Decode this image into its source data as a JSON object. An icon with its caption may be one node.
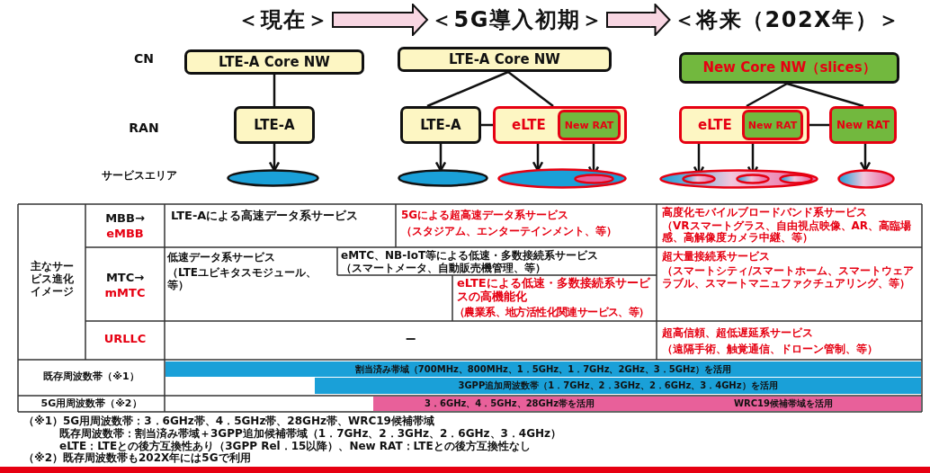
{
  "diagram": {
    "nodes": [
      {
        "text": [
          "＜現在＞"
        ]
      },
      {
        "text": [
          "＜5G導入初期＞"
        ]
      },
      {
        "text": [
          "＜将来（202X年）＞"
        ]
      },
      {
        "text": [
          "LTE-A Core NW"
        ]
      },
      {
        "text": [
          "LTE-A"
        ]
      },
      {
        "text": [],
        "shape": "ellipse"
      },
      {
        "text": [
          "LTE-A Core NW"
        ]
      },
      {
        "text": [
          "LTE-A"
        ]
      },
      {
        "text": [
          "eLTE"
        ]
      },
      {
        "text": [
          "New RAT"
        ],
        "in": 8
      },
      {
        "text": [],
        "shape": "ellipse"
      },
      {
        "text": [],
        "shape": "ellipse"
      },
      {
        "text": [],
        "shape": "ellipse",
        "in": 11
      },
      {
        "text": [
          "New Core NW（slices）"
        ]
      },
      {
        "text": [
          "eLTE"
        ]
      },
      {
        "text": [
          "New RAT"
        ],
        "in": 14
      },
      {
        "text": [
          "New RAT"
        ]
      },
      {
        "text": [],
        "shape": "ellipse"
      },
      {
        "text": [],
        "shape": "ellipse",
        "in": 17
      },
      {
        "text": [],
        "shape": "ellipse",
        "in": 17
      },
      {
        "text": [],
        "shape": "ellipse",
        "in": 17
      },
      {
        "text": [],
        "shape": "ellipse"
      }
    ],
    "edges": [
      {
        "from": 0,
        "to": 1,
        "arrow": "to"
      },
      {
        "from": 1,
        "to": 2,
        "arrow": "to"
      },
      {
        "from": 3,
        "to": 4,
        "arrow": "none"
      },
      {
        "from": 4,
        "to": 5,
        "arrow": "to"
      },
      {
        "from": 6,
        "to": 7,
        "arrow": "none"
      },
      {
        "from": 6,
        "to": 8,
        "arrow": "none"
      },
      {
        "from": 7,
        "to": 8,
        "arrow": "none"
      },
      {
        "from": 7,
        "to": 10,
        "arrow": "to"
      },
      {
        "from": 8,
        "to": 11,
        "arrow": "to"
      },
      {
        "from": 9,
        "to": 12,
        "arrow": "to"
      },
      {
        "from": 13,
        "to": 14,
        "arrow": "none"
      },
      {
        "from": 13,
        "to": 16,
        "arrow": "none"
      },
      {
        "from": 14,
        "to": 16,
        "arrow": "none"
      },
      {
        "from": 14,
        "to": 18,
        "arrow": "to"
      },
      {
        "from": 15,
        "to": 19,
        "arrow": "to"
      },
      {
        "from": 16,
        "to": 21,
        "arrow": "to"
      }
    ],
    "labels": [
      "CN",
      "RAN",
      "サービスエリア",
      "主なサービス進化イメージ",
      "MBB→",
      "eMBB",
      "LTE-Aによる高速データ系サービス",
      "5Gによる超高速データ系サービス",
      "（スタジアム、エンターテインメント、等）",
      "高度化モバイルブロードバンド系サービス",
      "（VRスマートグラス、自由視点映像、AR、高臨場感、高解像度カメラ中継、等）",
      "MTC→",
      "mMTC",
      "低速データ系サービス",
      "（LTEユビキタスモジュール、等）",
      "eMTC、NB-IoT等による低速・多数接続系サービス",
      "（スマートメータ、自動販売機管理、等）",
      "超大量接続系サービス",
      "（スマートシティ/スマートホーム、スマートウェアラブル、スマートマニュファクチュアリング、等）",
      "eLTEによる低速・多数接続系サービスの高機能化",
      "（農業系、地方活性化関連サービス、等）",
      "URLLC",
      "−",
      "超高信頼、超低遅延系サービス",
      "（遠隔手術、触覚通信、ドローン管制、等）",
      "既存周波数帯（※1）",
      "割当済み帯域（700MHz、800MHz、1．5GHz、1．7GHz、2GHz、3．5GHz）を活用",
      "3GPP追加周波数帯（1．7GHz、2．3GHz、2．6GHz、3．4GHz）を活用",
      "5G用周波数帯（※2）",
      "3．6GHz、4．5GHz、28GHz帯を活用",
      "WRC19候補帯域を活用",
      "（※1）5G用周波数帯：3．6GHz帯、4．5GHz帯、28GHz帯、WRC19候補帯域",
      "既存周波数帯：割当済み帯域＋3GPP追加候補帯域（1．7GHz、2．3GHz、2．6GHz、3．4GHz）",
      "eLTE：LTEとの後方互換性あり（3GPP Rel．15以降）、New RAT：LTEとの後方互換性なし",
      "（※2）既存周波数帯も202X年には5Gで利用"
    ]
  }
}
